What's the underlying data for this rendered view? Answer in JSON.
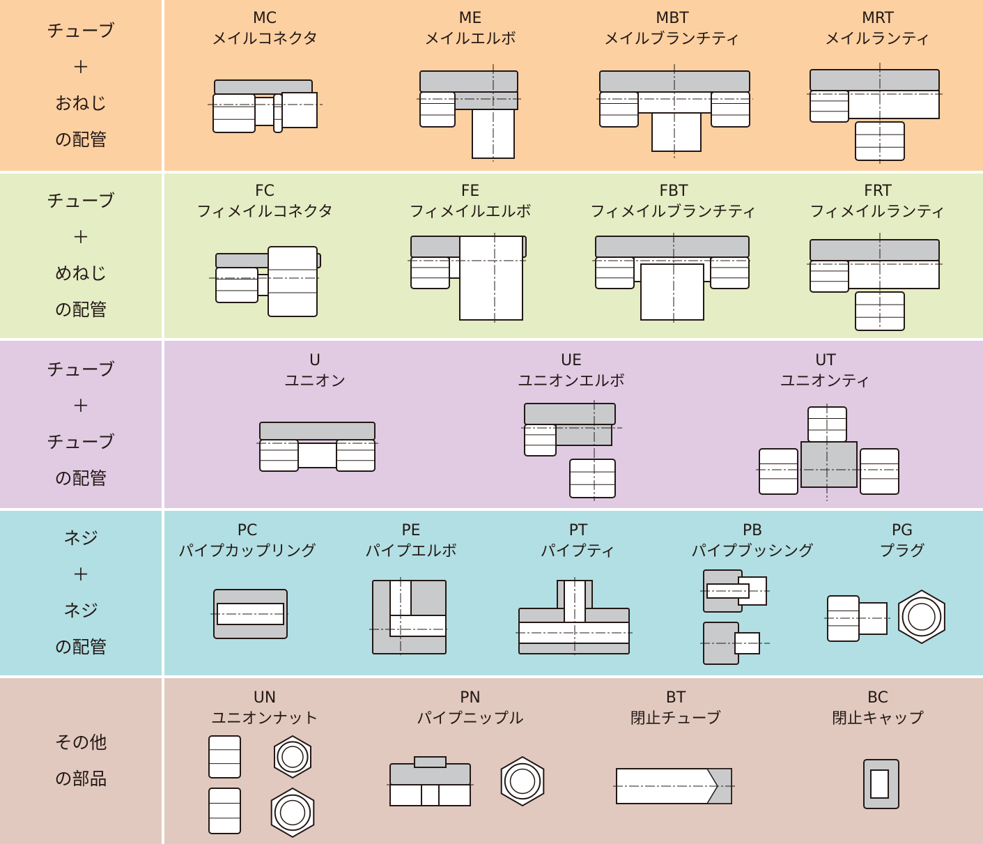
{
  "colors": {
    "row1": "#fdd0a2",
    "row2": "#e4edc4",
    "row3": "#e0cbe3",
    "row4": "#b2dfe4",
    "row5": "#e2c9bf",
    "metal": "#c9cacb",
    "metal_light": "#ffffff",
    "outline": "#231815"
  },
  "rows": [
    {
      "category_lines": [
        "チューブ",
        "＋",
        "おねじ",
        "の配管"
      ],
      "items": [
        {
          "code": "MC",
          "name": "メイルコネクタ",
          "icon": "male-connector-icon"
        },
        {
          "code": "ME",
          "name": "メイルエルボ",
          "icon": "male-elbow-icon"
        },
        {
          "code": "MBT",
          "name": "メイルブランチティ",
          "icon": "male-branch-tee-icon"
        },
        {
          "code": "MRT",
          "name": "メイルランティ",
          "icon": "male-run-tee-icon"
        }
      ]
    },
    {
      "category_lines": [
        "チューブ",
        "＋",
        "めねじ",
        "の配管"
      ],
      "items": [
        {
          "code": "FC",
          "name": "フィメイルコネクタ",
          "icon": "female-connector-icon"
        },
        {
          "code": "FE",
          "name": "フィメイルエルボ",
          "icon": "female-elbow-icon"
        },
        {
          "code": "FBT",
          "name": "フィメイルブランチティ",
          "icon": "female-branch-tee-icon"
        },
        {
          "code": "FRT",
          "name": "フィメイルランティ",
          "icon": "female-run-tee-icon"
        }
      ]
    },
    {
      "category_lines": [
        "チューブ",
        "＋",
        "チューブ",
        "の配管"
      ],
      "items": [
        {
          "code": "U",
          "name": "ユニオン",
          "icon": "union-icon"
        },
        {
          "code": "UE",
          "name": "ユニオンエルボ",
          "icon": "union-elbow-icon"
        },
        {
          "code": "UT",
          "name": "ユニオンティ",
          "icon": "union-tee-icon"
        }
      ]
    },
    {
      "category_lines": [
        "ネジ",
        "＋",
        "ネジ",
        "の配管"
      ],
      "items": [
        {
          "code": "PC",
          "name": "パイプカップリング",
          "icon": "pipe-coupling-icon"
        },
        {
          "code": "PE",
          "name": "パイプエルボ",
          "icon": "pipe-elbow-icon"
        },
        {
          "code": "PT",
          "name": "パイプティ",
          "icon": "pipe-tee-icon"
        },
        {
          "code": "PB",
          "name": "パイプブッシング",
          "icon": "pipe-bushing-icon"
        },
        {
          "code": "PG",
          "name": "プラグ",
          "icon": "plug-icon"
        }
      ]
    },
    {
      "category_lines": [
        "その他",
        "の部品"
      ],
      "items": [
        {
          "code": "UN",
          "name": "ユニオンナット",
          "icon": "union-nut-icon"
        },
        {
          "code": "PN",
          "name": "パイプニップル",
          "icon": "pipe-nipple-icon"
        },
        {
          "code": "BT",
          "name": "閉止チューブ",
          "icon": "blind-tube-icon"
        },
        {
          "code": "BC",
          "name": "閉止キャップ",
          "icon": "blind-cap-icon"
        }
      ]
    }
  ]
}
